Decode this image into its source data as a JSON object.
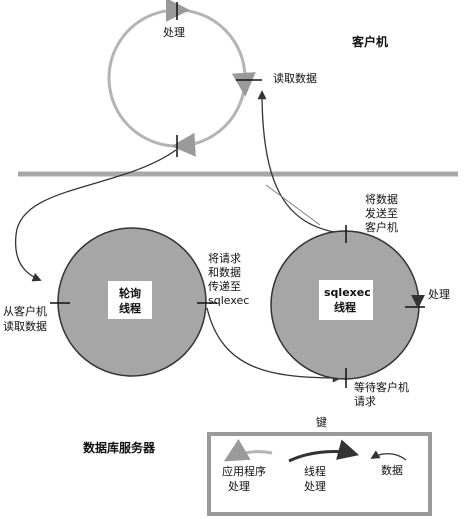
{
  "client": {
    "title": "客户机",
    "process_label": "处理",
    "read_label": "读取数据"
  },
  "server": {
    "title": "数据库服务器",
    "poll_thread": {
      "line1": "轮询",
      "line2": "线程"
    },
    "sqlexec_thread": {
      "line1": "sqlexec",
      "line2": "线程"
    },
    "read_from_client": [
      "从客户机",
      "读取数据"
    ],
    "pass_request": [
      "将请求",
      "和数据",
      "传递至",
      "sqlexec"
    ],
    "send_to_client": [
      "将数据",
      "发送至",
      "客户机"
    ],
    "process_label": "处理",
    "wait_client": [
      "等待客户机",
      "请求"
    ]
  },
  "legend": {
    "title": "键",
    "app": [
      "应用程序",
      "处理"
    ],
    "thread": [
      "线程",
      "处理"
    ],
    "data": "数据"
  },
  "colors": {
    "client_cycle": "#b4b4b4",
    "separator": "#a8a8a8",
    "thread_fill": "#a6a6a6",
    "arrow": "#333333",
    "legend_border": "#9a9a9a"
  }
}
